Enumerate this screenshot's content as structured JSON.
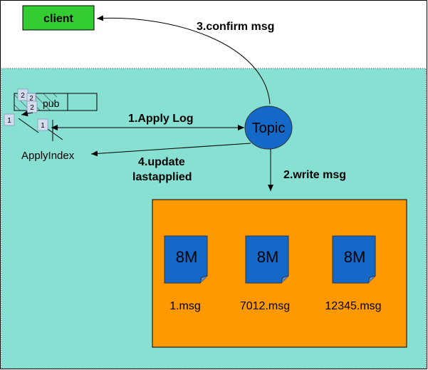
{
  "client": {
    "label": "client"
  },
  "topic": {
    "label": "Topic"
  },
  "log_box": {
    "label": "pub"
  },
  "apply_index": {
    "label": "ApplyIndex"
  },
  "steps": {
    "confirm": "3.confirm msg",
    "apply": "1.Apply Log",
    "update_line1": "4.update",
    "update_line2": "lastapplied",
    "write": "2.write msg"
  },
  "markers": {
    "a": "2",
    "b": "2",
    "c": "1",
    "d": "1",
    "e": "2"
  },
  "files": [
    {
      "size": "8M",
      "name": "1.msg"
    },
    {
      "size": "8M",
      "name": "7012.msg"
    },
    {
      "size": "8M",
      "name": "12345.msg"
    }
  ],
  "colors": {
    "region": "#87E0D2",
    "client": "#33CC33",
    "topic": "#1468C8",
    "storage": "#FF9900",
    "file": "#1468C8"
  }
}
